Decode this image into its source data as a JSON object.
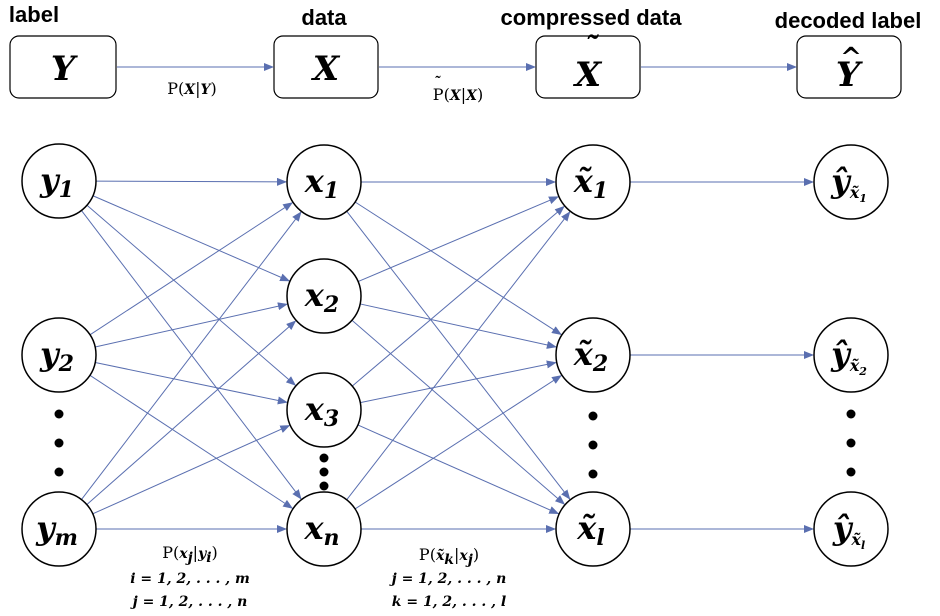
{
  "headers": {
    "label": "label",
    "data": "data",
    "compressed": "compressed data",
    "decoded": "decoded label"
  },
  "top_boxes": {
    "Y": "Y",
    "X": "X",
    "Xt": "X",
    "Yh": "Y"
  },
  "top_captions": {
    "pxy": "P(X|Y)",
    "pxtx": "P(X|X)"
  },
  "nodes": {
    "y": [
      {
        "base": "y",
        "sub": "1"
      },
      {
        "base": "y",
        "sub": "2"
      },
      {
        "base": "y",
        "sub": "m"
      }
    ],
    "x": [
      {
        "base": "x",
        "sub": "1"
      },
      {
        "base": "x",
        "sub": "2"
      },
      {
        "base": "x",
        "sub": "3"
      },
      {
        "base": "x",
        "sub": "n"
      }
    ],
    "xt": [
      {
        "base": "x",
        "sub": "1"
      },
      {
        "base": "x",
        "sub": "2"
      },
      {
        "base": "x",
        "sub": "l"
      }
    ],
    "yh": [
      {
        "base": "y",
        "sub": "x",
        "subsub": "1"
      },
      {
        "base": "y",
        "sub": "x",
        "subsub": "2"
      },
      {
        "base": "y",
        "sub": "x",
        "subsub": "l"
      }
    ]
  },
  "bottom_captions": {
    "left": {
      "prob": "P(xⱼ|yᵢ)",
      "line1": "i = 1, 2, . . . , m",
      "line2": "j = 1, 2, . . . , n"
    },
    "right": {
      "prob": "P(x̃ₖ|xⱼ)",
      "line1": "j = 1, 2, . . . , n",
      "line2": "k = 1, 2, . . . , l"
    }
  },
  "colors": {
    "edge": "#5a6fb0",
    "stroke": "#000000"
  }
}
